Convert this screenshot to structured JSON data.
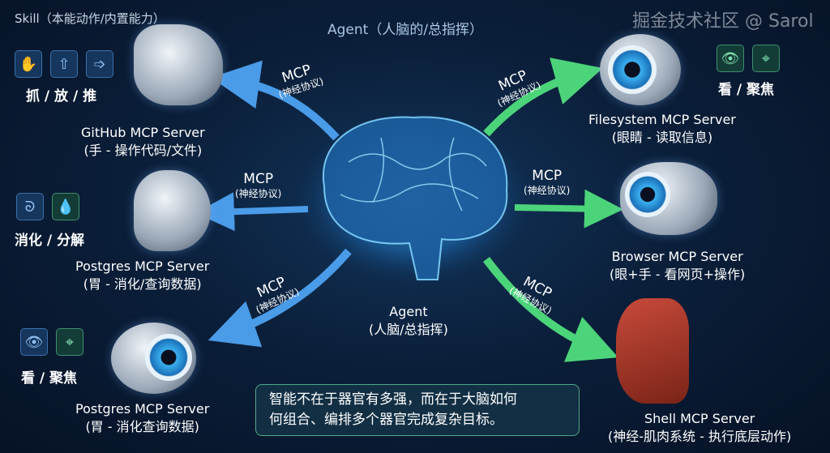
{
  "header": {
    "skill_title": "Skill（本能动作/内置能力）",
    "agent_title": "Agent（人脑的/总指挥）"
  },
  "mcp_label": {
    "main": "MCP",
    "sub": "(神经协议)"
  },
  "agent_center": {
    "name": "Agent",
    "sub": "(人脑/总指挥)"
  },
  "left": [
    {
      "icons": [
        "hand-grab-icon",
        "upload-icon",
        "push-icon"
      ],
      "actions": "抓 / 放 / 推",
      "name": "GitHub MCP Server",
      "desc": "(手 - 操作代码/文件)"
    },
    {
      "icons": [
        "stomach-icon",
        "drop-icon"
      ],
      "actions": "消化 / 分解",
      "name": "Postgres MCP Server",
      "desc": "(胃 - 消化/查询数据)"
    },
    {
      "icons": [
        "eye-icon",
        "focus-icon"
      ],
      "actions": "看 / 聚焦",
      "name": "Postgres MCP Server",
      "desc": "(胃 - 消化查询数据)"
    }
  ],
  "right": [
    {
      "icons": [
        "eye-icon",
        "focus-icon"
      ],
      "actions": "看 / 聚焦",
      "name": "Filesystem MCP Server",
      "desc": "(眼睛 - 读取信息)"
    },
    {
      "name": "Browser MCP Server",
      "desc": "(眼+手 - 看网页+操作)"
    },
    {
      "name": "Shell MCP Server",
      "desc": "(神经-肌肉系统 - 执行底层动作)"
    }
  ],
  "note": {
    "line1": "智能不在于器官有多强，而在于大脑如何",
    "line2": "何组合、编排多个器官完成复杂目标。"
  },
  "watermark": "掘金技术社区 @ Sarol",
  "colors": {
    "left_arrow": "#4a9be8",
    "right_arrow": "#4cd47a",
    "background": "#0b1f3a"
  }
}
